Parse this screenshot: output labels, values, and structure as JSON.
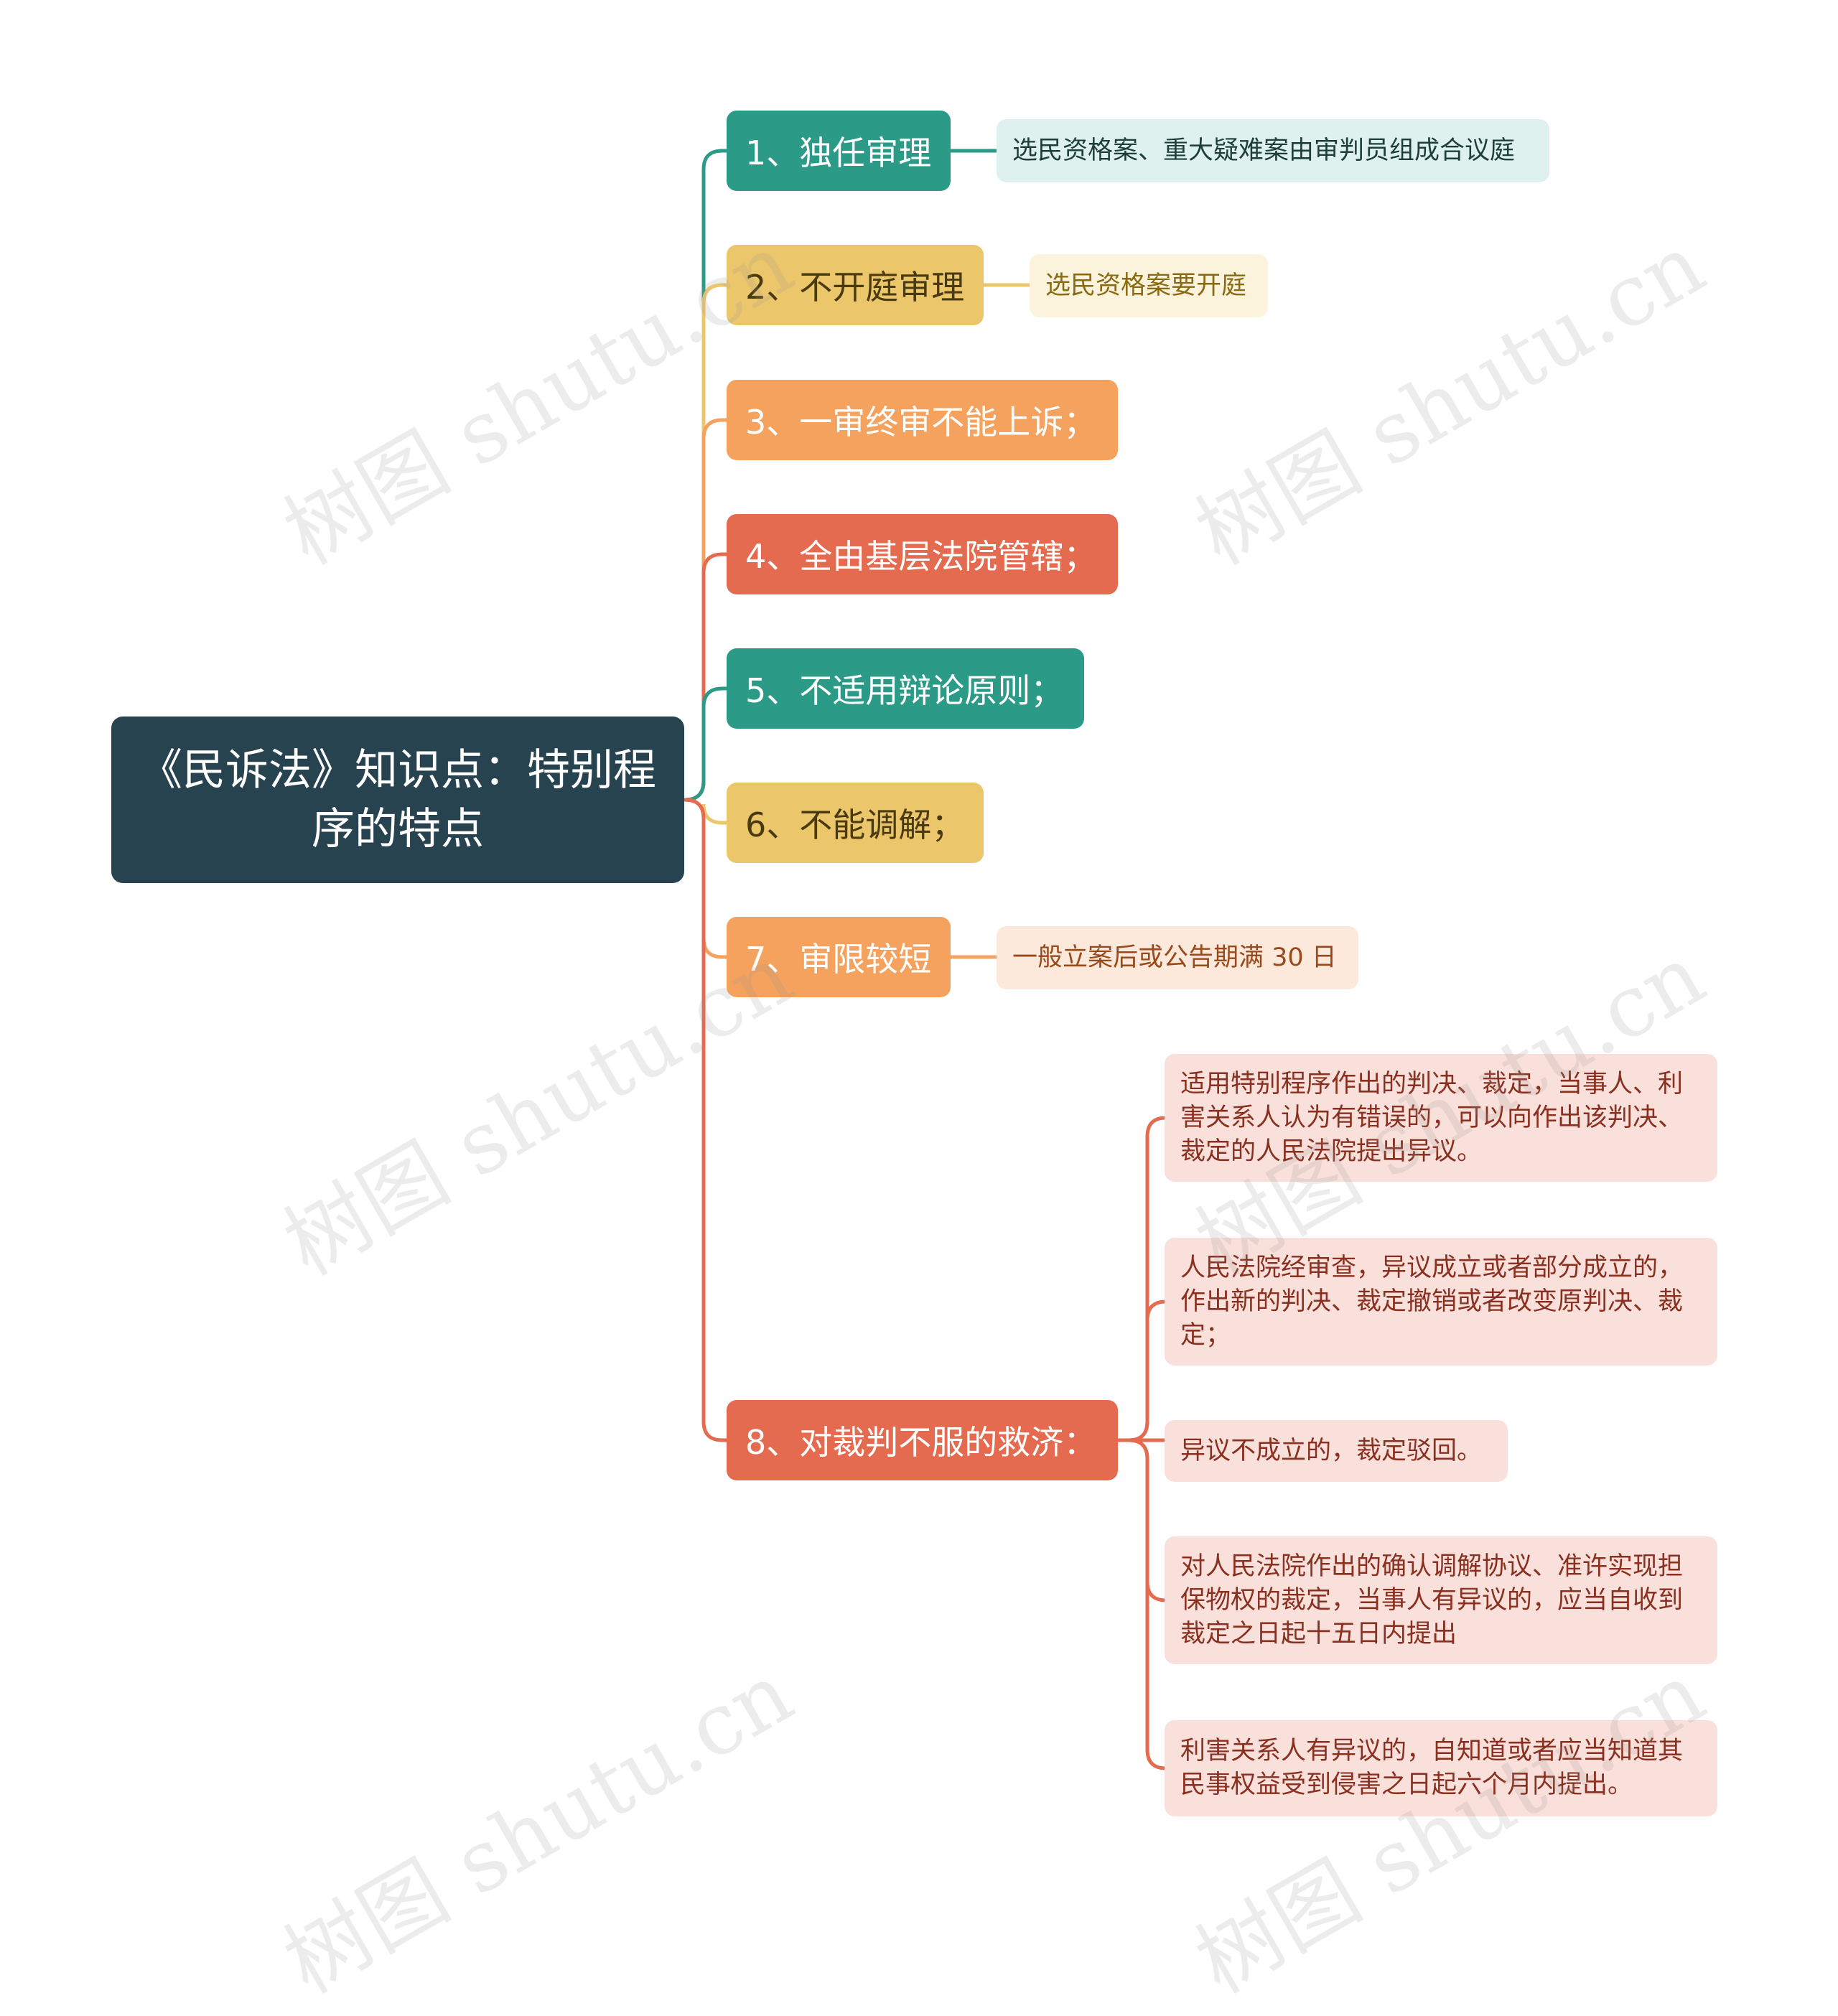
{
  "root": {
    "title": "《民诉法》知识点：特别程序的特点"
  },
  "colors": {
    "teal": "#2b9a87",
    "yellow": "#ecc66b",
    "orange": "#f4a25e",
    "red": "#e46b4f",
    "teal_light": "#dff1ee",
    "yellow_light": "#fbf3dc",
    "orange_light": "#fde9dc",
    "red_light": "#f9e0da"
  },
  "branches": [
    {
      "label": "1、独任审理",
      "children": [
        "选民资格案、重大疑难案由审判员组成合议庭"
      ]
    },
    {
      "label": "2、不开庭审理",
      "children": [
        "选民资格案要开庭"
      ]
    },
    {
      "label": "3、一审终审不能上诉；",
      "children": []
    },
    {
      "label": "4、全由基层法院管辖；",
      "children": []
    },
    {
      "label": "5、不适用辩论原则；",
      "children": []
    },
    {
      "label": "6、不能调解；",
      "children": []
    },
    {
      "label": "7、审限较短",
      "children": [
        "一般立案后或公告期满 30 日"
      ]
    },
    {
      "label": "8、对裁判不服的救济：",
      "children": [
        "适用特别程序作出的判决、裁定，当事人、利害关系人认为有错误的，可以向作出该判决、裁定的人民法院提出异议。",
        "人民法院经审查，异议成立或者部分成立的，作出新的判决、裁定撤销或者改变原判决、裁定；",
        "异议不成立的，裁定驳回。",
        "对人民法院作出的确认调解协议、准许实现担保物权的裁定，当事人有异议的，应当自收到裁定之日起十五日内提出",
        "利害关系人有异议的，自知道或者应当知道其民事权益受到侵害之日起六个月内提出。"
      ]
    }
  ],
  "watermark": "树图 shutu.cn"
}
